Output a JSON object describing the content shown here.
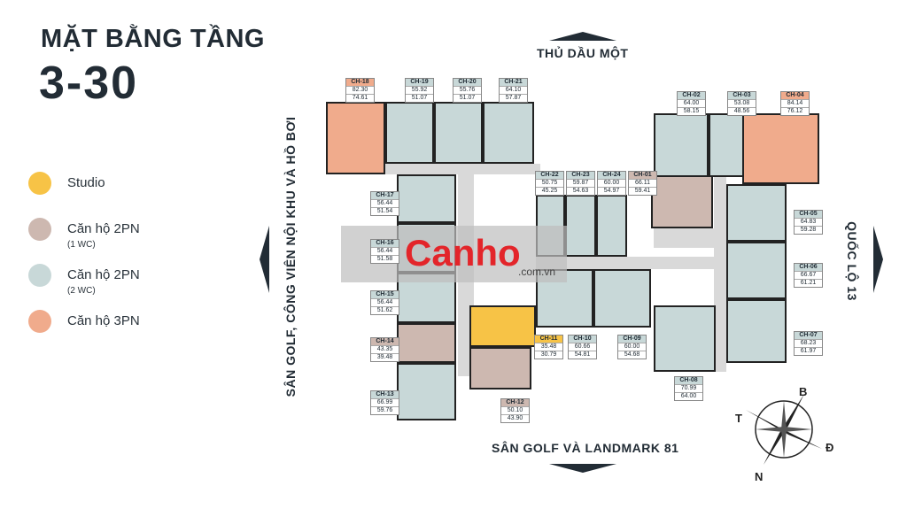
{
  "title": {
    "line1": "MẶT BẰNG TẦNG",
    "line2": "3-30"
  },
  "legend": [
    {
      "label": "Studio",
      "sub": "",
      "color": "#f7c346"
    },
    {
      "label": "Căn hộ 2PN",
      "sub": "(1 WC)",
      "color": "#cdb8b0"
    },
    {
      "label": "Căn hộ 2PN",
      "sub": "(2 WC)",
      "color": "#c8d8d8"
    },
    {
      "label": "Căn hộ 3PN",
      "sub": "",
      "color": "#f0ab8c"
    }
  ],
  "directions": {
    "top": "THỦ DẦU MỘT",
    "bottom": "SÂN GOLF VÀ LANDMARK 81",
    "left": "SÂN GOLF, CÔNG VIÊN NỘI KHU VÀ HỒ BƠI",
    "right": "QUỐC LỘ 13"
  },
  "compass": {
    "north": "B",
    "south": "N",
    "east": "Đ",
    "west": "T"
  },
  "watermark": {
    "brand": "Canho",
    "domain": ".com.vn"
  },
  "units": [
    {
      "id": "CH-18",
      "a": "82.30",
      "b": "74.61",
      "type": "3pn"
    },
    {
      "id": "CH-19",
      "a": "55.92",
      "b": "51.07",
      "type": "2pn2"
    },
    {
      "id": "CH-20",
      "a": "55.76",
      "b": "51.07",
      "type": "2pn2"
    },
    {
      "id": "CH-21",
      "a": "64.10",
      "b": "57.87",
      "type": "2pn2"
    },
    {
      "id": "CH-02",
      "a": "64.00",
      "b": "58.15",
      "type": "2pn2"
    },
    {
      "id": "CH-03",
      "a": "53.08",
      "b": "48.56",
      "type": "2pn2"
    },
    {
      "id": "CH-04",
      "a": "84.14",
      "b": "76.12",
      "type": "3pn"
    },
    {
      "id": "CH-22",
      "a": "50.75",
      "b": "45.25",
      "type": "2pn2"
    },
    {
      "id": "CH-23",
      "a": "59.87",
      "b": "54.63",
      "type": "2pn2"
    },
    {
      "id": "CH-24",
      "a": "60.00",
      "b": "54.97",
      "type": "2pn2"
    },
    {
      "id": "CH-01",
      "a": "66.11",
      "b": "59.41",
      "type": "2pn1"
    },
    {
      "id": "CH-05",
      "a": "64.83",
      "b": "59.28",
      "type": "2pn2"
    },
    {
      "id": "CH-06",
      "a": "66.67",
      "b": "61.21",
      "type": "2pn2"
    },
    {
      "id": "CH-07",
      "a": "68.23",
      "b": "61.97",
      "type": "2pn2"
    },
    {
      "id": "CH-17",
      "a": "56.44",
      "b": "51.54",
      "type": "2pn2"
    },
    {
      "id": "CH-16",
      "a": "56.44",
      "b": "51.58",
      "type": "2pn2"
    },
    {
      "id": "CH-15",
      "a": "56.44",
      "b": "51.62",
      "type": "2pn2"
    },
    {
      "id": "CH-14",
      "a": "43.35",
      "b": "39.48",
      "type": "2pn1"
    },
    {
      "id": "CH-13",
      "a": "66.99",
      "b": "59.76",
      "type": "2pn2"
    },
    {
      "id": "CH-11",
      "a": "35.48",
      "b": "30.79",
      "type": "studio"
    },
    {
      "id": "CH-10",
      "a": "60.66",
      "b": "54.81",
      "type": "2pn2"
    },
    {
      "id": "CH-09",
      "a": "60.00",
      "b": "54.68",
      "type": "2pn2"
    },
    {
      "id": "CH-08",
      "a": "70.99",
      "b": "64.00",
      "type": "2pn2"
    },
    {
      "id": "CH-12",
      "a": "50.10",
      "b": "43.90",
      "type": "2pn1"
    }
  ]
}
